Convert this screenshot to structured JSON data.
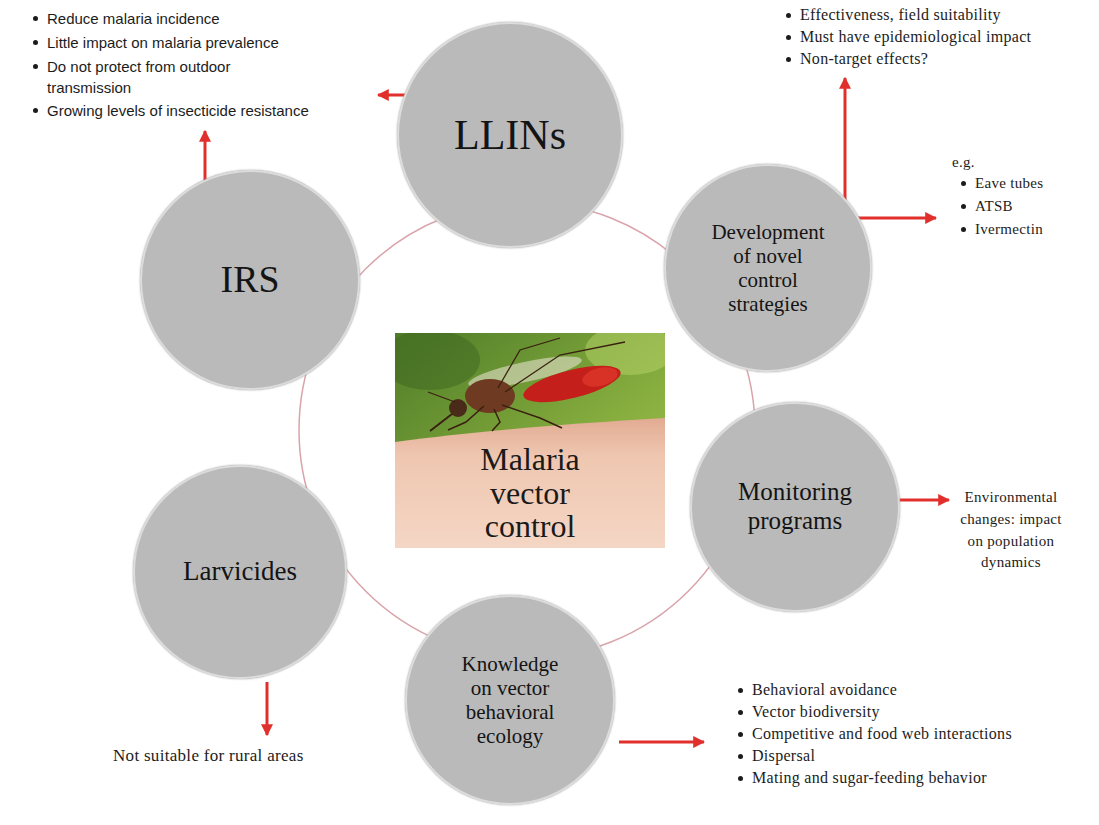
{
  "diagram": {
    "nodes": [
      {
        "text": [
          "LLINs"
        ]
      },
      {
        "text": [
          "IRS"
        ]
      },
      {
        "text": [
          "Development of novel control strategies"
        ]
      },
      {
        "text": [
          "Malaria vector control"
        ]
      },
      {
        "text": [
          "Monitoring programs"
        ]
      },
      {
        "text": [
          "Larvicides"
        ]
      },
      {
        "text": [
          "Knowledge on vector behavioral ecology"
        ]
      }
    ],
    "labels": [
      "Reduce malaria incidence",
      "Little impact on malaria prevalence",
      "Do not protect from outdoor transmission",
      "Growing levels of insecticide resistance",
      "Effectiveness, field suitability",
      "Must have epidemiological impact",
      "Non-target effects?",
      "e.g.",
      "Eave tubes",
      "ATSB",
      "Ivermectin",
      "Environmental changes: impact on population dynamics",
      "Not suitable for rural areas",
      "Behavioral avoidance",
      "Vector biodiversity",
      "Competitive and food web interactions",
      "Dispersal",
      "Mating and sugar-feeding behavior"
    ]
  }
}
